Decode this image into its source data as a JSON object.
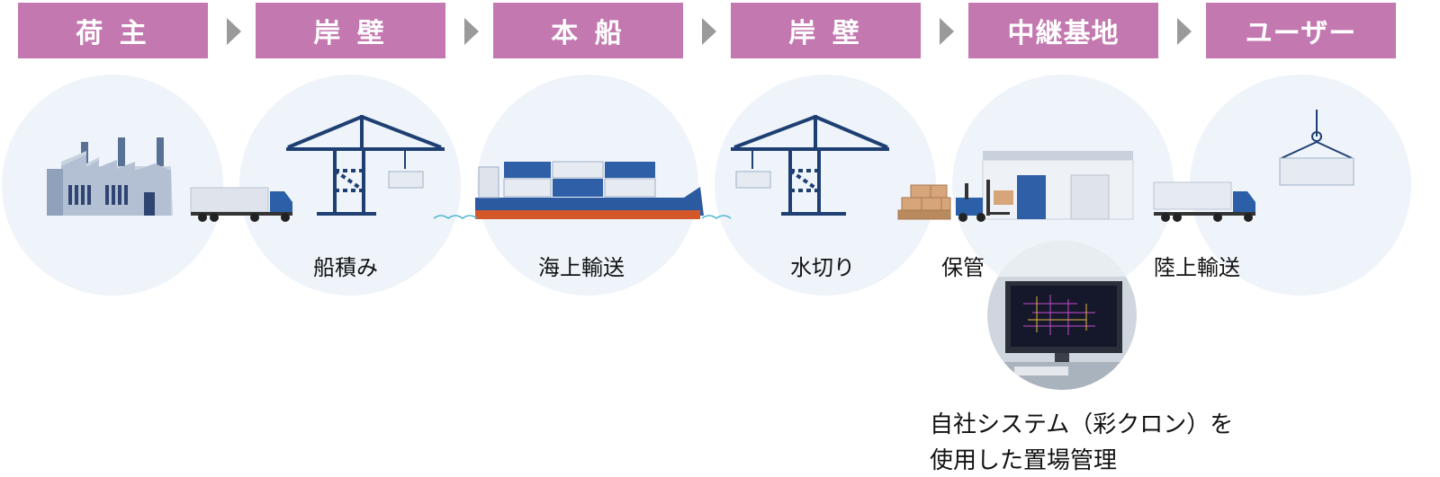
{
  "headers": [
    "荷 主",
    "岸 壁",
    "本 船",
    "岸 壁",
    "中継基地",
    "ユーザー"
  ],
  "stage_labels": {
    "loading": "船積み",
    "sea": "海上輸送",
    "unloading": "水切り",
    "storage": "保管",
    "land": "陸上輸送"
  },
  "note": {
    "line1": "自社システム（彩クロン）を",
    "line2": "使用した置場管理"
  },
  "colors": {
    "header_bg": "#c478b0",
    "header_text": "#ffffff",
    "chevron": "#9a9a9a",
    "circle_bg": "#eef4fa",
    "navy": "#1f3f73",
    "hull_red": "#d4572a",
    "container_blue": "#2f5fa7",
    "container_white": "#e6ebf2",
    "box_brown": "#d6a57a"
  },
  "icons": [
    "factory-icon",
    "truck-icon",
    "gantry-crane-icon",
    "container-ship-icon",
    "forklift-icon",
    "warehouse-icon",
    "hanging-container-icon",
    "control-room-photo"
  ]
}
